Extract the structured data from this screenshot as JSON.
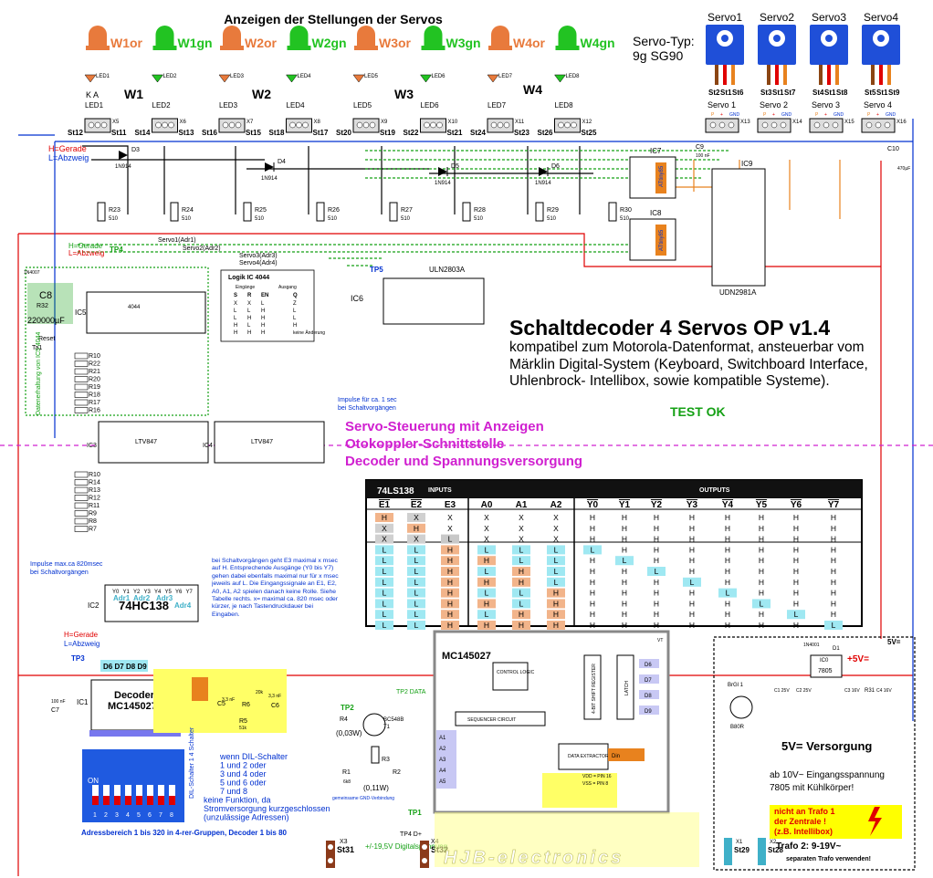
{
  "header": {
    "title": "Anzeigen der Stellungen der Servos",
    "servo_type_label": "Servo-Typ:",
    "servo_type_value": "9g SG90"
  },
  "leds_top": [
    {
      "label": "W1or",
      "color": "#e87a3c"
    },
    {
      "label": "W1gn",
      "color": "#22c322"
    },
    {
      "label": "W2or",
      "color": "#e87a3c"
    },
    {
      "label": "W2gn",
      "color": "#22c322"
    },
    {
      "label": "W3or",
      "color": "#e87a3c"
    },
    {
      "label": "W3gn",
      "color": "#22c322"
    },
    {
      "label": "W4or",
      "color": "#e87a3c"
    },
    {
      "label": "W4gn",
      "color": "#22c322"
    }
  ],
  "servos_top": [
    {
      "name": "Servo1",
      "pins": [
        "St2",
        "St1",
        "St6"
      ]
    },
    {
      "name": "Servo2",
      "pins": [
        "St3",
        "St1",
        "St7"
      ]
    },
    {
      "name": "Servo3",
      "pins": [
        "St4",
        "St1",
        "St8"
      ]
    },
    {
      "name": "Servo4",
      "pins": [
        "St5",
        "St1",
        "St9"
      ]
    }
  ],
  "led_components": [
    {
      "name": "LED1",
      "conn": "X5",
      "st_left": "St12",
      "st_right": "St11"
    },
    {
      "name": "LED2",
      "conn": "X6",
      "st_left": "St14",
      "st_right": "St13"
    },
    {
      "name": "LED3",
      "conn": "X7",
      "st_left": "St16",
      "st_right": "St15"
    },
    {
      "name": "LED4",
      "conn": "X8",
      "st_left": "St18",
      "st_right": "St17"
    },
    {
      "name": "LED5",
      "conn": "X9",
      "st_left": "St20",
      "st_right": "St19"
    },
    {
      "name": "LED6",
      "conn": "X10",
      "st_left": "St22",
      "st_right": "St21"
    },
    {
      "name": "LED7",
      "conn": "X11",
      "st_left": "St24",
      "st_right": "St23"
    },
    {
      "name": "LED8",
      "conn": "X12",
      "st_left": "St26",
      "st_right": "St25"
    }
  ],
  "group_labels": [
    "W1",
    "W2",
    "W3",
    "W4"
  ],
  "ka_label": "K   A",
  "servo_headers": [
    {
      "name": "Servo 1",
      "conn": "X13"
    },
    {
      "name": "Servo 2",
      "conn": "X14"
    },
    {
      "name": "Servo 3",
      "conn": "X15"
    },
    {
      "name": "Servo 4",
      "conn": "X16"
    }
  ],
  "servo_pin_labels": [
    "P",
    "+",
    "GND"
  ],
  "legend_left": {
    "gerade": "H=Gerade",
    "abzweig": "L=Abzweig"
  },
  "diodes": [
    "D3",
    "D4",
    "D5",
    "D6"
  ],
  "diode_type": "1N914",
  "resistors_row": [
    {
      "name": "R23",
      "val": "510"
    },
    {
      "name": "R24",
      "val": "510"
    },
    {
      "name": "R25",
      "val": "510"
    },
    {
      "name": "R26",
      "val": "510"
    },
    {
      "name": "R27",
      "val": "510"
    },
    {
      "name": "R28",
      "val": "510"
    },
    {
      "name": "R29",
      "val": "510"
    },
    {
      "name": "R30",
      "val": "510"
    }
  ],
  "ics": {
    "ic7": "IC7",
    "ic8": "IC8",
    "ic9": "IC9",
    "attiny": "ATtiny85",
    "udn": "UDN2981A",
    "uln": "ULN2803A",
    "ic6": "IC6",
    "c9": "C9",
    "c9_val": "100 nF",
    "c10": "C10",
    "c10_val": "470µF",
    "ic5": "IC5",
    "ic5_type": "4044",
    "ic3": "IC3",
    "ic4": "IC4",
    "ltv": "LTV847",
    "ic2": "IC2",
    "ic2_type": "74HC138",
    "ic1": "IC1"
  },
  "servo_bus": [
    "Servo1(Adr1)",
    "Servo2(Adr2)",
    "Servo3(Adr3)",
    "Servo4(Adr4)"
  ],
  "tp": {
    "tp1": "TP1",
    "tp2": "TP2",
    "tp3": "TP3",
    "tp4": "TP4",
    "tp5": "TP5"
  },
  "logic_table": {
    "title": "Logik IC 4044",
    "head_in": "Eingänge",
    "head_out": "Ausgang",
    "cols": [
      "S",
      "R",
      "EN",
      "Q"
    ],
    "rows": [
      [
        "X",
        "X",
        "L",
        "Z"
      ],
      [
        "L",
        "L",
        "H",
        "L"
      ],
      [
        "L",
        "H",
        "H",
        "L"
      ],
      [
        "H",
        "L",
        "H",
        "H"
      ],
      [
        "H",
        "H",
        "H",
        "keine Änderung"
      ]
    ]
  },
  "mid_left": {
    "c8": "C8",
    "r32": "R32",
    "c8_val": "220000µF",
    "d_top": "1N4007",
    "reset": "Reset",
    "ta1": "Ta1",
    "datenerhaltung": "Datenerhaltung von IC5  4044",
    "r_stack1": [
      "R10",
      "R22",
      "R21",
      "R20",
      "R19",
      "R18",
      "R17",
      "R16"
    ],
    "r_stack2": [
      "R10",
      "R14",
      "R13",
      "R12",
      "R11",
      "R9",
      "R8",
      "R7"
    ],
    "impulse_note": "Impulse für ca. 1 sec bei Schaltvorgängen"
  },
  "main_title": "Schaltdecoder 4 Servos OP v1.4",
  "description": "kompatibel zum Motorola-Datenformat, ansteuerbar vom Märklin Digital-System (Keyboard, Switchboard Interface, Uhlenbrock- Intellibox, sowie kompatible Systeme).",
  "test_ok": "TEST OK",
  "sections": [
    "Servo-Steuerung mit Anzeigen",
    "Otokoppler-Schnittstelle",
    "Decoder und Spannungsversorgung"
  ],
  "truth_table": {
    "chip": "74LS138",
    "inputs_label": "INPUTS",
    "outputs_label": "OUTPUTS",
    "headers": [
      "E1",
      "E2",
      "E3",
      "A0",
      "A1",
      "A2",
      "Y0",
      "Y1",
      "Y2",
      "Y3",
      "Y4",
      "Y5",
      "Y6",
      "Y7"
    ],
    "rows": [
      [
        "H",
        "X",
        "X",
        "X",
        "X",
        "X",
        "H",
        "H",
        "H",
        "H",
        "H",
        "H",
        "H",
        "H"
      ],
      [
        "X",
        "H",
        "X",
        "X",
        "X",
        "X",
        "H",
        "H",
        "H",
        "H",
        "H",
        "H",
        "H",
        "H"
      ],
      [
        "X",
        "X",
        "L",
        "X",
        "X",
        "X",
        "H",
        "H",
        "H",
        "H",
        "H",
        "H",
        "H",
        "H"
      ],
      [
        "L",
        "L",
        "H",
        "L",
        "L",
        "L",
        "L",
        "H",
        "H",
        "H",
        "H",
        "H",
        "H",
        "H"
      ],
      [
        "L",
        "L",
        "H",
        "H",
        "L",
        "L",
        "H",
        "L",
        "H",
        "H",
        "H",
        "H",
        "H",
        "H"
      ],
      [
        "L",
        "L",
        "H",
        "L",
        "H",
        "L",
        "H",
        "H",
        "L",
        "H",
        "H",
        "H",
        "H",
        "H"
      ],
      [
        "L",
        "L",
        "H",
        "H",
        "H",
        "L",
        "H",
        "H",
        "H",
        "L",
        "H",
        "H",
        "H",
        "H"
      ],
      [
        "L",
        "L",
        "H",
        "L",
        "L",
        "H",
        "H",
        "H",
        "H",
        "H",
        "L",
        "H",
        "H",
        "H"
      ],
      [
        "L",
        "L",
        "H",
        "H",
        "L",
        "H",
        "H",
        "H",
        "H",
        "H",
        "H",
        "L",
        "H",
        "H"
      ],
      [
        "L",
        "L",
        "H",
        "L",
        "H",
        "H",
        "H",
        "H",
        "H",
        "H",
        "H",
        "H",
        "L",
        "H"
      ],
      [
        "L",
        "L",
        "H",
        "H",
        "H",
        "H",
        "H",
        "H",
        "H",
        "H",
        "H",
        "H",
        "H",
        "L"
      ]
    ]
  },
  "decoder": {
    "ic1_label": "Decoder",
    "ic1_chip": "MC145027",
    "ic2_outs": [
      "Y0",
      "Y1",
      "Y2",
      "Y3",
      "Y4",
      "Y5",
      "Y6",
      "Y7"
    ],
    "adr_labels": [
      "Adr1",
      "Adr2",
      "Adr3",
      "Adr4"
    ],
    "dlines": [
      "D6",
      "D7",
      "D8",
      "D9"
    ],
    "impulse_note": "Impulse max.ca 820msec bei Schaltvorgängen",
    "note": "bei Schaltvorgängen  geht E3 maximal x msec auf H. Entsprechende Ausgänge (Y0 bis Y7) gehen dabei ebenfalls maximal nur für x msec jeweils auf L. Die Eingangssignale an E1, E2, A0, A1, A2 spielen danach keine Rolle. Siehe Tabelle rechts. x= maximal ca. 820 msec oder kürzer, je nach Tastendruckdauer bei Eingaben.",
    "c7": "C7",
    "c7_val": "100 nF",
    "rc": [
      "C5",
      "R6",
      "R5",
      "C6"
    ],
    "rc_vals": {
      "c5": "3,3 nF",
      "r6": "20k",
      "c6": "3,3 nF",
      "r5": "51k"
    },
    "tp2_data": "TP2 DATA",
    "transistor": "BC548B",
    "t1": "T1",
    "r4": "R4",
    "r4_w": "(0,03W)",
    "r3": "R3",
    "r1": "R1",
    "r1_val": "6k8",
    "r2": "R2",
    "r2_w": "(0,11W)",
    "gnd_note": "gemeinsame GND-Verbindung",
    "x3": "X3",
    "x4": "X4",
    "st31": "St31",
    "st32": "St32",
    "supply": "+/-19,5V Digitalspannung",
    "tp4_d": "TP4 D+"
  },
  "dil": {
    "label": "DIL-Schalter 1 4 Schalter",
    "on": "ON",
    "numbers": [
      "1",
      "2",
      "3",
      "4",
      "5",
      "6",
      "7",
      "8"
    ],
    "note_lines": [
      "wenn DIL-Schalter",
      "1 und 2 oder",
      "3 und 4 oder",
      "5 und 6 oder",
      "7 und 8",
      "keine Funktion, da",
      "Stromversorgung kurzgeschlossen",
      "(unzulässige Adressen)"
    ],
    "range": "Adressbereich 1 bis 320 in 4-rer-Gruppen, Decoder 1 bis 80"
  },
  "mc_block": {
    "title": "MC145027",
    "vt": "VT",
    "control_logic": "CONTROL LOGIC",
    "sequencer": "SEQUENCER CIRCUIT",
    "data_extractor": "DATA EXTRACTOR",
    "shift_register": "4-BIT SHIFT REGISTER",
    "latch": "LATCH",
    "pins_out": [
      "D6",
      "D7",
      "D8",
      "D9"
    ],
    "pins_in": [
      "A1",
      "A2",
      "A3",
      "A4",
      "A5"
    ],
    "din": "Din",
    "vdd_note": "VDD = PIN 16",
    "vss_note": "VSS = PIN 8"
  },
  "power": {
    "title": "5V= Versorgung",
    "label_5v": "5V=",
    "plus5": "+5V=",
    "d1": "D1",
    "d1_type": "1N4001",
    "ic0": "IC0",
    "reg": "7805",
    "caps": [
      "C1 25V",
      "C2 25V",
      "C3 16V",
      "C4 16V"
    ],
    "bridge": "BrGl 1",
    "bridge_type": "B80R",
    "r31": "R31",
    "note": "ab 10V~ Eingangsspannung 7805 mit Kühlkörper!",
    "warn_lines": [
      "nicht an Trafo 1",
      "der Zentrale !",
      "(z.B. Intellibox)"
    ],
    "trafo2": "Trafo 2: 9-19V~",
    "trafo2_note": "separaten Trafo verwenden!",
    "x1": "X1",
    "x2": "X2",
    "st29": "St29",
    "st28": "St28"
  },
  "brand": "HJB-electronics"
}
